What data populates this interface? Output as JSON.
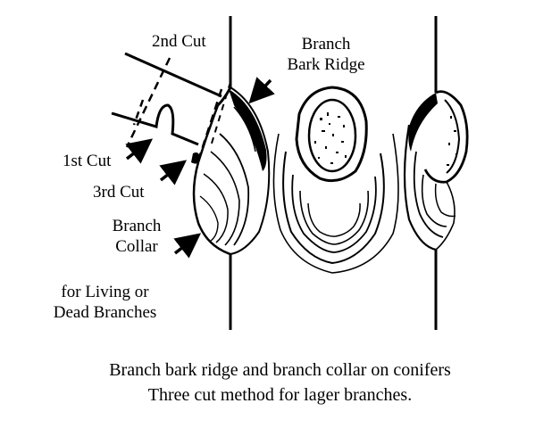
{
  "labels": {
    "second_cut": "2nd Cut",
    "branch_bark_ridge_line1": "Branch",
    "branch_bark_ridge_line2": "Bark Ridge",
    "first_cut": "1st Cut",
    "third_cut": "3rd Cut",
    "branch_collar_line1": "Branch",
    "branch_collar_line2": "Collar",
    "living_dead_line1": "for Living or",
    "living_dead_line2": "Dead Branches"
  },
  "caption": {
    "line1": "Branch bark ridge and branch collar on conifers",
    "line2": "Three cut method for lager branches."
  },
  "colors": {
    "ink": "#000000",
    "background": "#ffffff"
  }
}
